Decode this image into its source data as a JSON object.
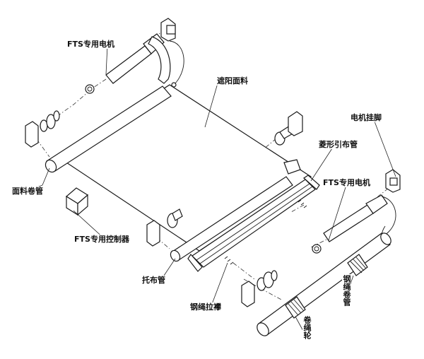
{
  "labels": {
    "fts_motor_top": "FTS专用电机",
    "shade_fabric": "遮阳面料",
    "motor_bracket": "电机挂脚",
    "diamond_tube": "菱形引布管",
    "fabric_roll_tube": "面料卷管",
    "fts_motor_right": "FTS专用电机",
    "fts_controller": "FTS专用控制器",
    "support_tube": "托布管",
    "rope_bar": "钢绳拉襻",
    "rope_roll_tube": "钢绳卷管",
    "rope_wheel": "卷绳轮"
  }
}
